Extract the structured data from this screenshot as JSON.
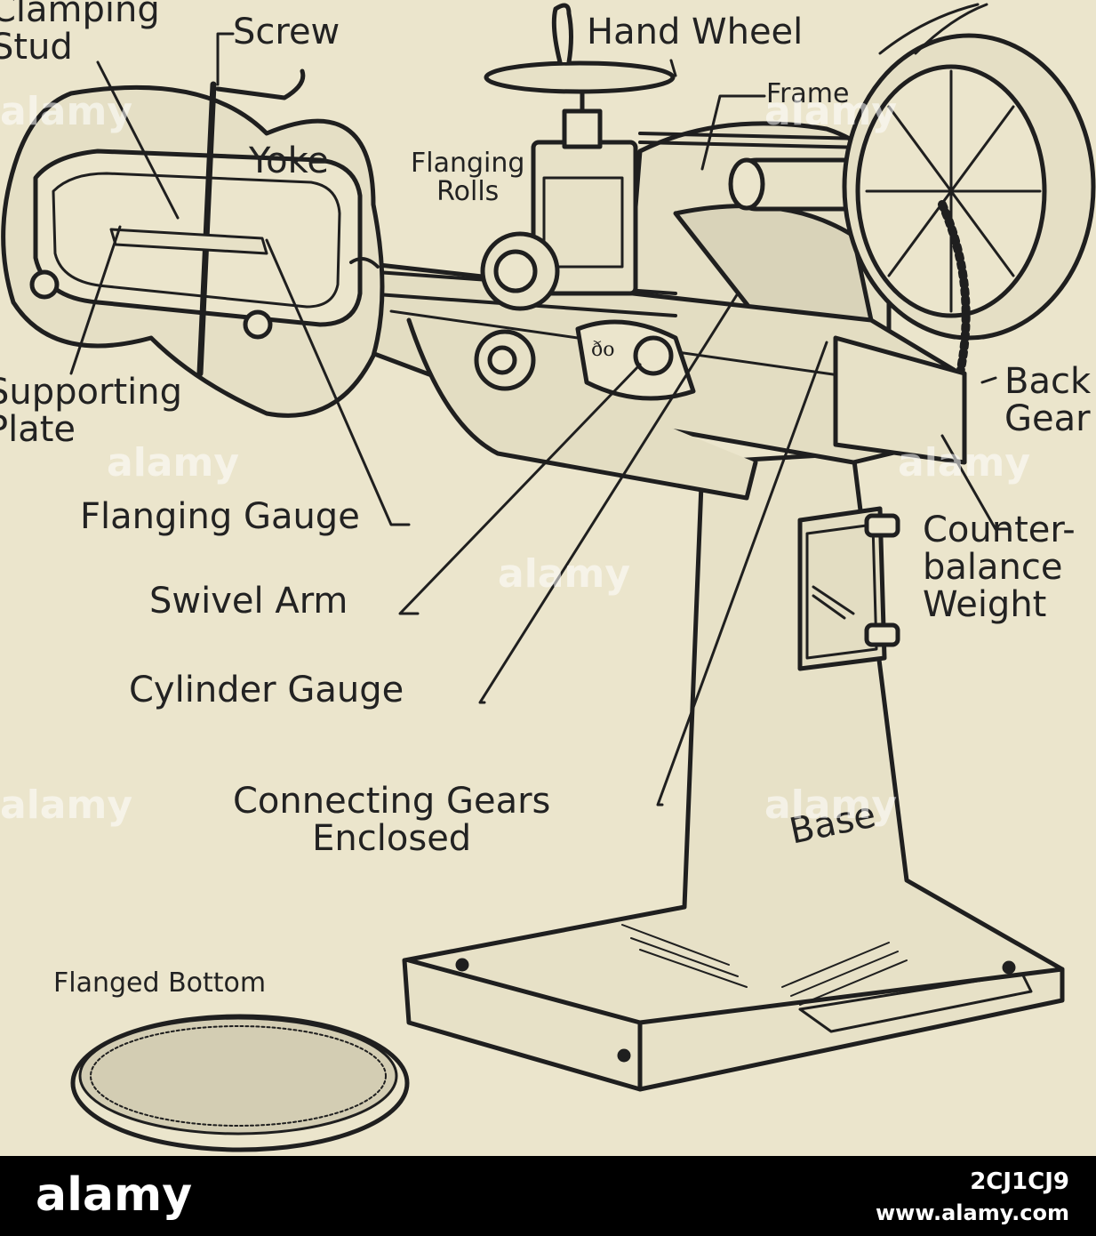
{
  "labels": {
    "clamping_stud": "Clamping\nStud",
    "screw": "Screw",
    "hand_wheel": "Hand Wheel",
    "frame": "Frame",
    "yoke": "Yoke",
    "flanging_rolls": "Flanging\nRolls",
    "supporting_plate": "Supporting\nPlate",
    "flanging_gauge": "Flanging Gauge",
    "swivel_arm": "Swivel Arm",
    "cylinder_gauge": "Cylinder Gauge",
    "connecting_gears": "Connecting Gears\nEnclosed",
    "base": "Base",
    "back_gear": "Back\nGear",
    "counter_balance": "Counter-\nbalance\nWeight",
    "flanged_bottom": "Flanged Bottom"
  },
  "watermark": "alamy",
  "footer": {
    "logo": "alamy",
    "image_id": "2CJ1CJ9",
    "site": "www.alamy.com"
  },
  "colors": {
    "paper": "#ebe5cc",
    "ink": "#1f1f1f",
    "footer_bg": "#000000"
  }
}
